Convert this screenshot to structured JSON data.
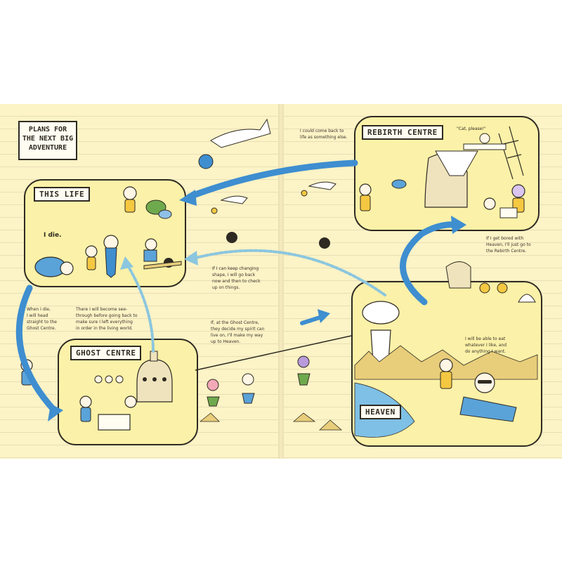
{
  "title": {
    "line1": "PLANS FOR",
    "line2": "THE NEXT BIG",
    "line3": "ADVENTURE"
  },
  "panels": {
    "this_life": {
      "label": "THIS LIFE",
      "speech": "I die."
    },
    "ghost_centre": {
      "label": "GHOST CENTRE"
    },
    "rebirth_centre": {
      "label": "REBIRTH CENTRE",
      "quote": "\"Cat, please!\""
    },
    "heaven": {
      "label": "HEAVEN"
    }
  },
  "notes": {
    "when_i_die": [
      "When I die,",
      "I will head",
      "straight to the",
      "Ghost Centre."
    ],
    "there_i_will": [
      "There I will become see-",
      "through before going back to",
      "make sure I left everything",
      "in order in the living world."
    ],
    "if_i_can_keep": [
      "If I can keep changing",
      "shape, I will go back",
      "now and then to check",
      "up on things."
    ],
    "if_at_ghost": [
      "If, at the Ghost Centre,",
      "they decide my spirit can",
      "live on, I'll make my way",
      "up to Heaven."
    ],
    "i_could_come_back": [
      "I could come back to",
      "life as something else."
    ],
    "if_i_get_bored": [
      "If I get bored with",
      "Heaven, I'll just go to",
      "the Rebirth Centre."
    ],
    "i_will_be_able": [
      "I will be able to eat",
      "whatever I like, and",
      "do anything I want."
    ]
  },
  "colors": {
    "page": "#fcf3c6",
    "panel": "#fbf1a8",
    "arrow_blue": "#3e8ed0",
    "ink": "#2f2a22"
  }
}
